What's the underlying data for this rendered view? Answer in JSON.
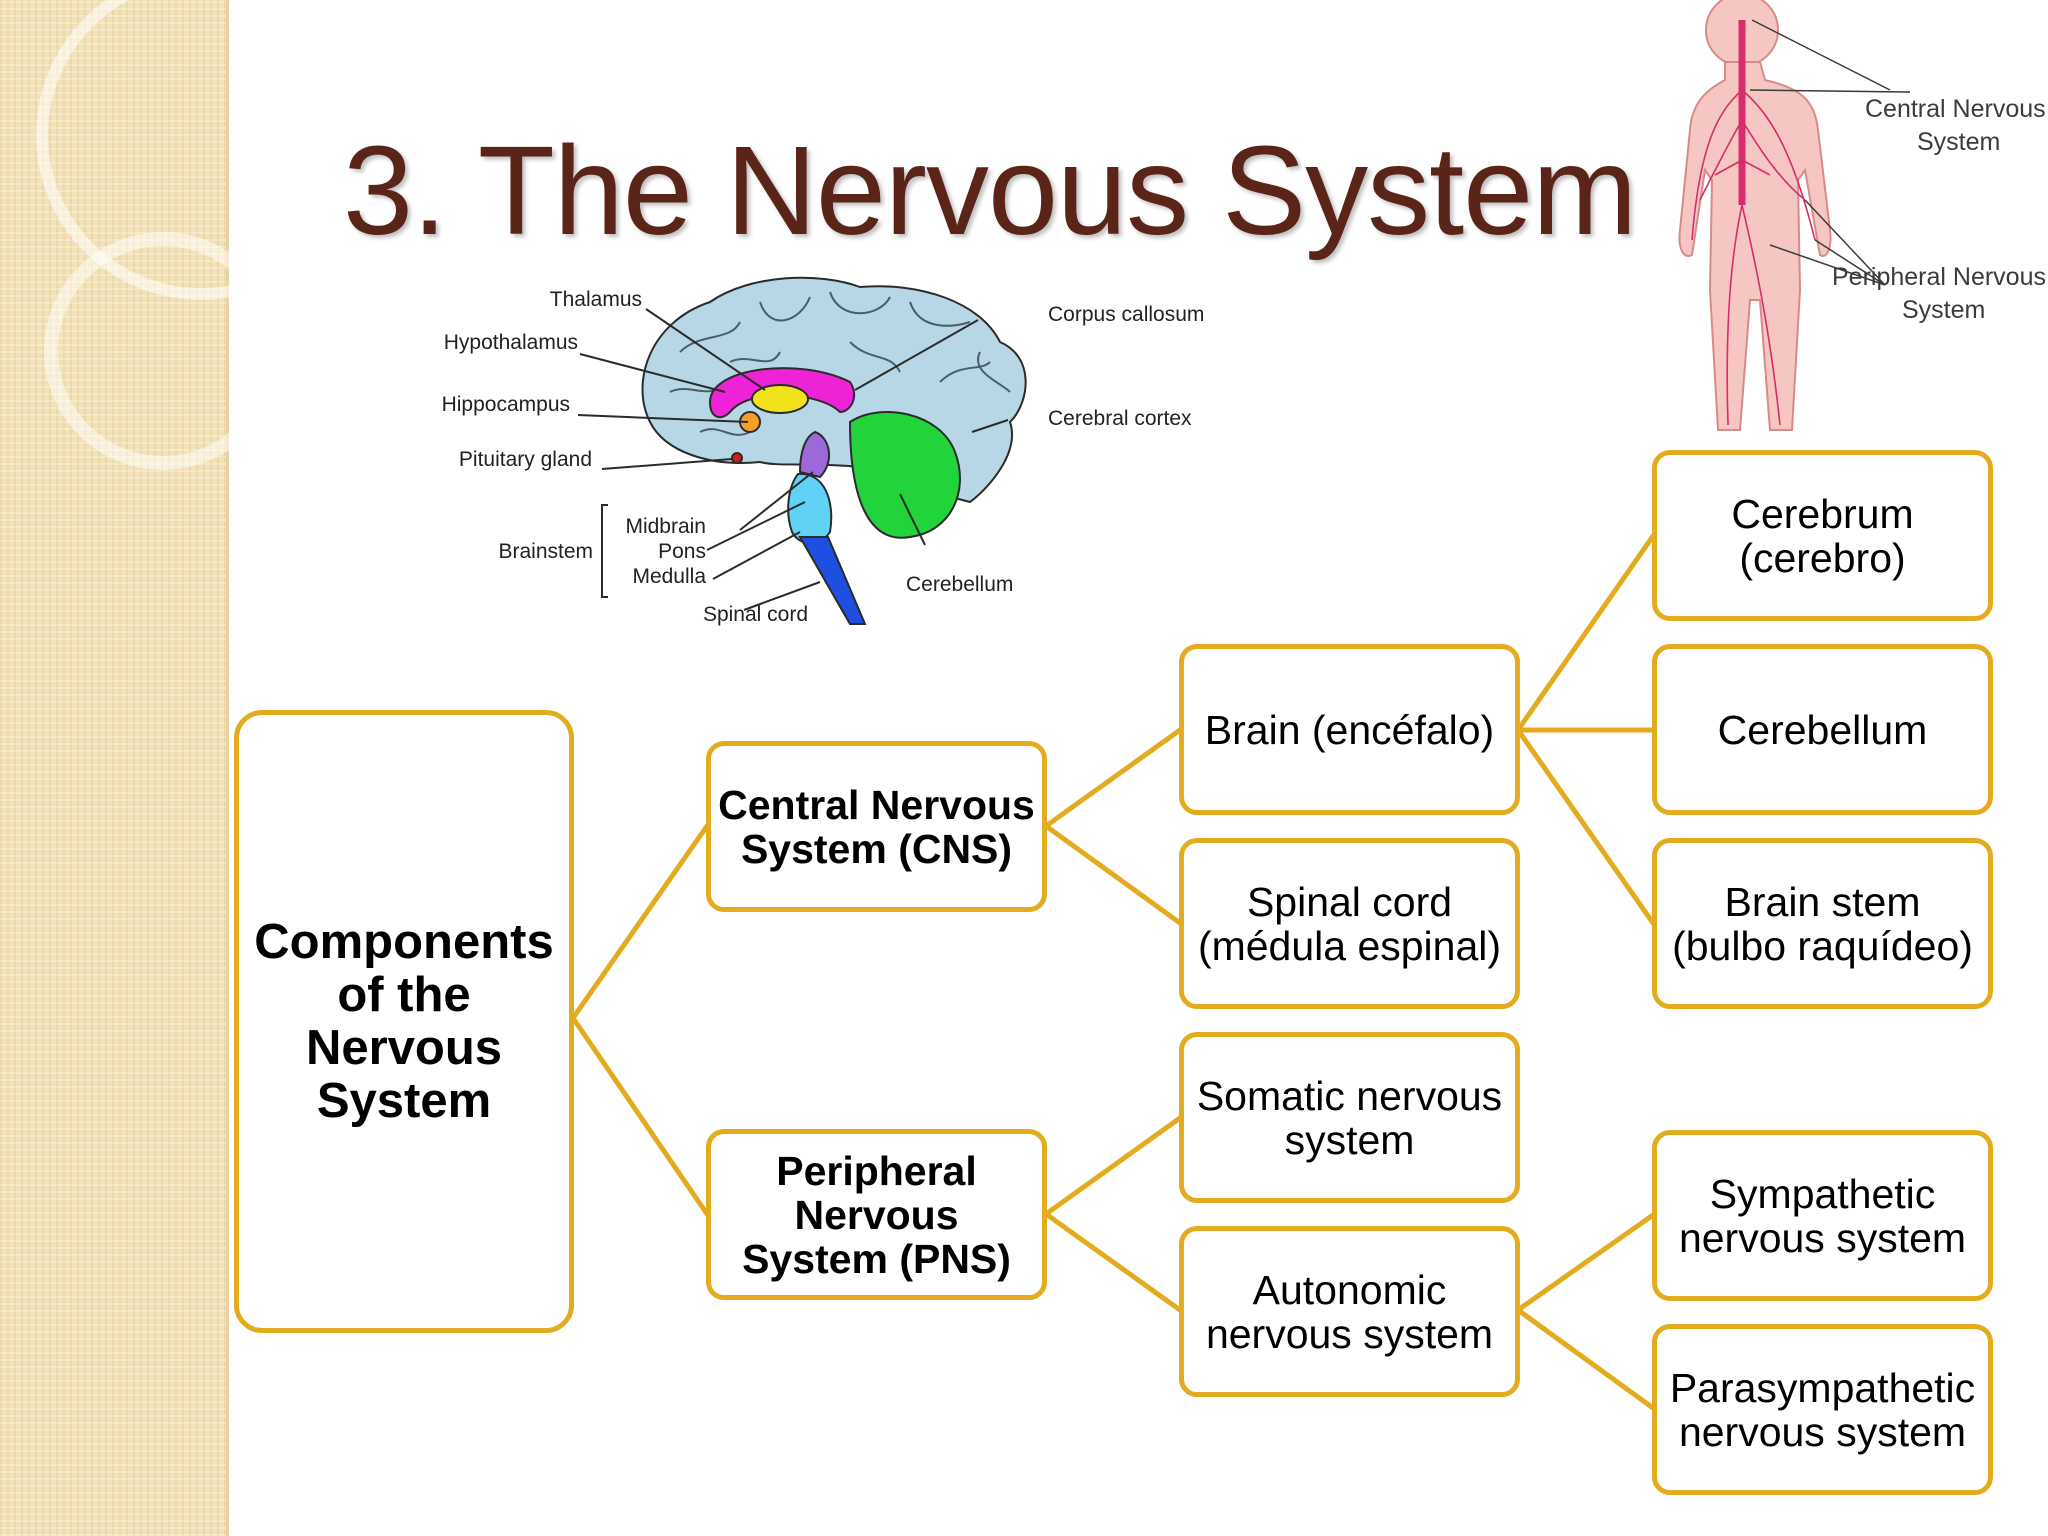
{
  "slide": {
    "title": "3. The Nervous System"
  },
  "brain_figure": {
    "labels": {
      "thalamus": "Thalamus",
      "hypothalamus": "Hypothalamus",
      "hippocampus": "Hippocampus",
      "pituitary": "Pituitary gland",
      "brainstem": "Brainstem",
      "midbrain": "Midbrain",
      "pons": "Pons",
      "medulla": "Medulla",
      "spinal_cord": "Spinal cord",
      "cerebellum": "Cerebellum",
      "corpus_callosum": "Corpus callosum",
      "cerebral_cortex": "Cerebral cortex"
    },
    "colors": {
      "cortex": "#b7d6e6",
      "cerebellum": "#22d33c",
      "thalamus": "#f2e21b",
      "hypothalamus": "#ee22d6",
      "brainstem": "#5fd2f5",
      "spinal_cord": "#1d4fe0",
      "midbrain": "#9b6ad8"
    }
  },
  "body_figure": {
    "label_cns_line1": "Central Nervous",
    "label_cns_line2": "System",
    "label_pns_line1": "Peripheral Nervous",
    "label_pns_line2": "System",
    "colors": {
      "skin": "#f6c7c2",
      "nerves": "#d92c6a"
    }
  },
  "concept_map": {
    "connector_color": "#e3ac1f",
    "root": "Components of the Nervous System",
    "cns": "Central Nervous System (CNS)",
    "pns": "Peripheral Nervous System (PNS)",
    "brain": "Brain (encéfalo)",
    "spinal_cord": "Spinal cord (médula espinal)",
    "somatic": "Somatic nervous system",
    "autonomic": "Autonomic nervous system",
    "cerebrum": "Cerebrum (cerebro)",
    "cerebellum": "Cerebellum",
    "brain_stem": "Brain stem (bulbo raquídeo)",
    "sympathetic": "Sympathetic nervous system",
    "parasympathetic": "Parasympathetic nervous system"
  }
}
